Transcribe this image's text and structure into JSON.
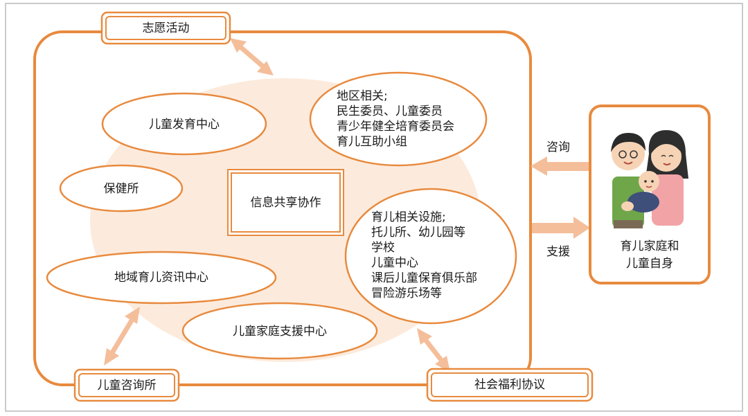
{
  "diagram": {
    "top_label": "志愿活动",
    "bottom_left_label": "儿童咨询所",
    "bottom_right_label": "社会福利协议",
    "center_label": "信息共享协作",
    "nodes": {
      "child_development_center": "儿童发育中心",
      "health_center": "保健所",
      "regional_childcare_info_center": "地域育儿资讯中心",
      "child_family_support_center": "儿童家庭支援中心"
    },
    "regional_group": {
      "lines": [
        "地区相关;",
        "民生委员、儿童委员",
        "青少年健全培育委员会",
        "育儿互助小组"
      ]
    },
    "facilities_group": {
      "lines": [
        "育儿相关设施;",
        "托儿所、幼儿园等",
        "学校",
        "儿童中心",
        "课后儿童保育俱乐部",
        "冒险游乐场等"
      ]
    },
    "family_box": {
      "lines": [
        "育儿家庭和",
        "儿童自身"
      ],
      "illustration": "family-illustration"
    },
    "arrows": {
      "consult": "咨询",
      "support": "支援"
    },
    "colors": {
      "orange": "#E88A3E",
      "peach_bg": "#FCEBDD",
      "arrow": "#F4BE9A",
      "frame": "#B9B9B9"
    }
  }
}
